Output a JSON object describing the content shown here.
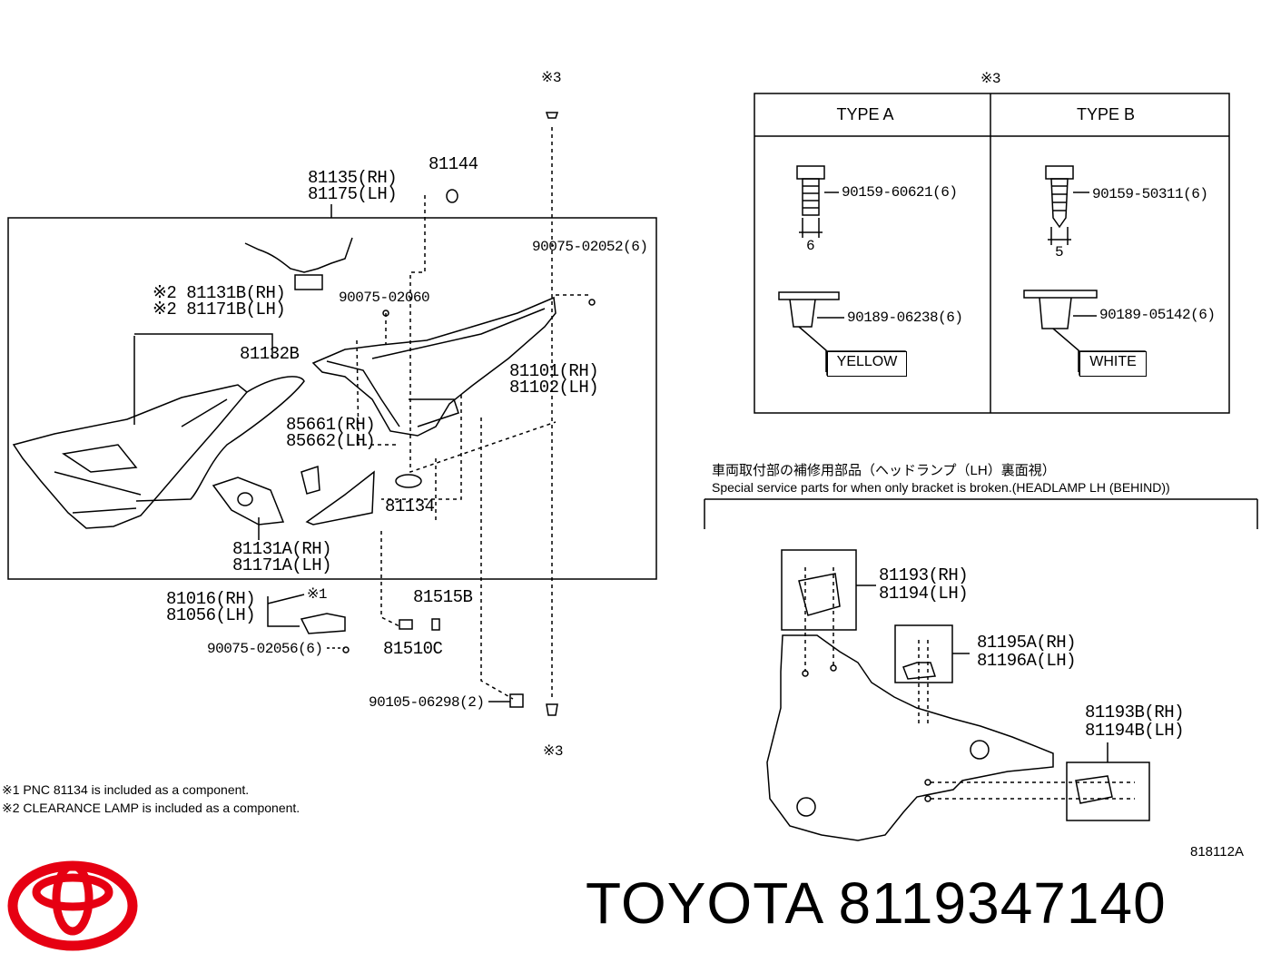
{
  "diagram_id": "818112A",
  "brand_text": "TOYOTA 8119347140",
  "labels": {
    "p81135": "81135(RH)",
    "p81175": "81175(LH)",
    "p81144": "81144",
    "p90075_02052": "90075-02052(6)",
    "p90075_02060": "90075-02060",
    "p81131b_rh": "※2 81131B(RH)",
    "p81171b_lh": "※2 81171B(LH)",
    "p81132b": "81132B",
    "p81101": "81101(RH)",
    "p81102": "81102(LH)",
    "p85661": "85661(RH)",
    "p85662": "85662(LH)",
    "p81134": "81134",
    "p81131a": "81131A(RH)",
    "p81171a": "81171A(LH)",
    "p81016": "81016(RH)",
    "p81056": "81056(LH)",
    "mark1": "※1",
    "p90075_02056": "90075-02056(6)",
    "p81515b": "81515B",
    "p81510c": "81510C",
    "p90105": "90105-06298(2)",
    "mark3_top": "※3",
    "mark3_bottom": "※3",
    "mark3_table": "※3"
  },
  "table": {
    "type_a": "TYPE A",
    "type_b": "TYPE B",
    "a_bolt": "90159-60621(6)",
    "a_bolt_dim": "6",
    "a_clip": "90189-06238(6)",
    "a_color": "YELLOW",
    "b_bolt": "90159-50311(6)",
    "b_bolt_dim": "5",
    "b_clip": "90189-05142(6)",
    "b_color": "WHITE"
  },
  "service": {
    "title_jp": "車両取付部の補修用部品（ヘッドランプ（LH）裏面視）",
    "title_en": "Special service parts for when only bracket is broken.(HEADLAMP LH (BEHIND))",
    "p81193": "81193(RH)",
    "p81194": "81194(LH)",
    "p81195a": "81195A(RH)",
    "p81196a": "81196A(LH)",
    "p81193b": "81193B(RH)",
    "p81194b": "81194B(LH)"
  },
  "notes": {
    "note1": "※1 PNC 81134 is included as a component.",
    "note2": "※2 CLEARANCE LAMP is included as a component."
  }
}
